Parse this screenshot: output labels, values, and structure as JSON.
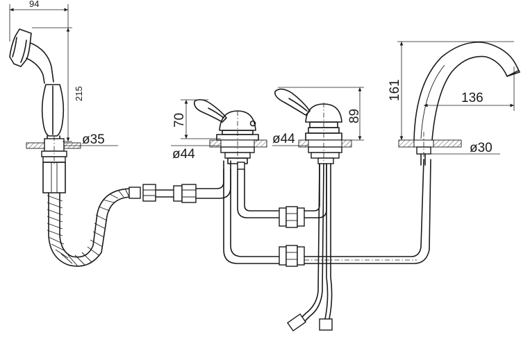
{
  "dimensions": {
    "handshower_width": "94",
    "handshower_height": "215",
    "handshower_hole": "ø35",
    "valve_left_height": "70",
    "valve_left_hole": "ø44",
    "valve_right_height": "89",
    "valve_right_hole": "ø44",
    "spout_height": "161",
    "spout_reach": "136",
    "spout_hole": "ø30"
  }
}
